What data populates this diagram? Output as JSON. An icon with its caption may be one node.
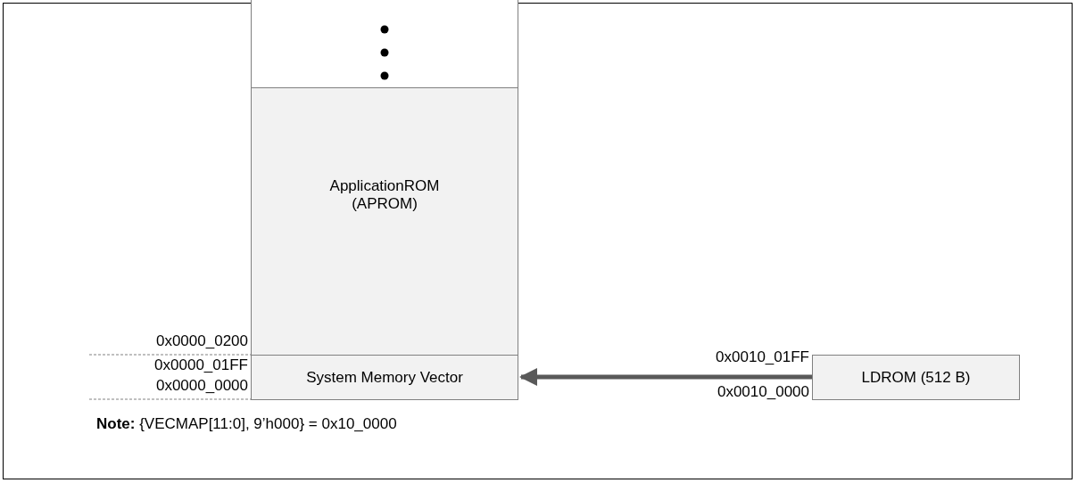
{
  "diagram": {
    "nodes": [
      {
        "text": [],
        "shape": "box"
      },
      {
        "text": [
          "ApplicationROM (APROM)"
        ]
      },
      {
        "text": [
          "System Memory Vector"
        ]
      },
      {
        "text": [
          "LDROM (512 B)"
        ]
      }
    ],
    "edges": [
      {
        "from": 3,
        "to": 2,
        "arrow": "to"
      }
    ],
    "labels": [
      "0x0000_0200",
      "0x0000_01FF",
      "0x0000_0000",
      "0x0010_01FF",
      "0x0010_0000",
      "**Note:** {VECMAP[11:0], 9’h000}  = 0x10_0000"
    ]
  }
}
